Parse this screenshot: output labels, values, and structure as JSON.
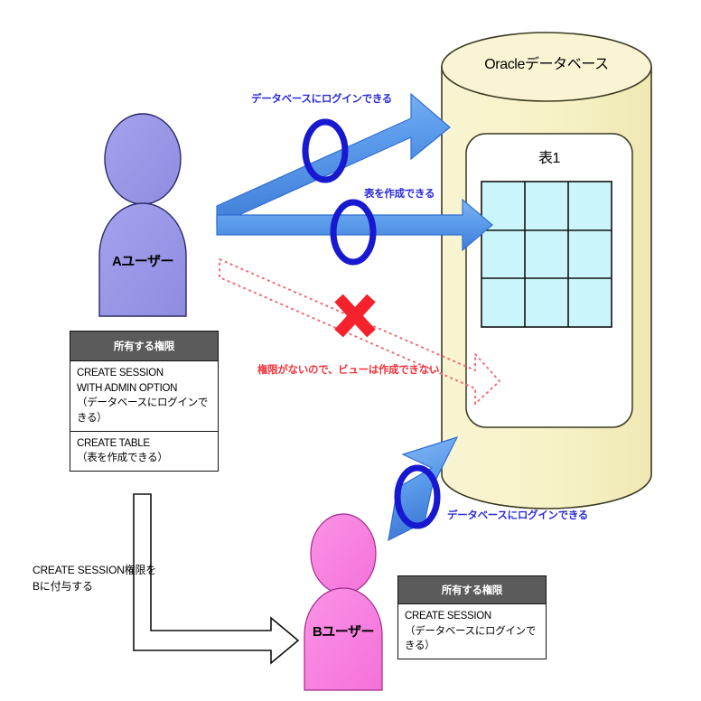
{
  "diagram": {
    "title_text": "Oracleデータベース",
    "colors": {
      "db_fill": "#f7f2c8",
      "db_stroke": "#2f2f1e",
      "table_cell_fill": "#c9f5fb",
      "user_a_fill": "#9a97e8",
      "user_b_fill": "#f77fe0",
      "arrow_blue_light": "#6fa9ef",
      "arrow_blue_dark": "#2f6fd0",
      "circle_mark": "#1818d0",
      "x_mark": "#f5212b",
      "dotted_red": "#ef6f7a",
      "priv_header_bg": "#5b5b5b",
      "label_blue": "#2b2bdd",
      "label_red": "#f0343c"
    },
    "database": {
      "label": "Oracleデータベース",
      "inner_table": {
        "label": "表1",
        "rows": 3,
        "cols": 3
      }
    },
    "users": [
      {
        "id": "a",
        "name": "Aユーザー"
      },
      {
        "id": "b",
        "name": "Bユーザー"
      }
    ],
    "annotations": {
      "a_login": "データベースにログインできる",
      "a_create_table": "表を作成できる",
      "no_privilege": "権限がないので、ビューは作成できない",
      "b_login": "データベースにログインできる",
      "grant": "CREATE SESSION権限を\nBに付与する"
    },
    "privileges_a": {
      "header": "所有する権限",
      "rows": [
        "CREATE SESSION\nWITH ADMIN OPTION\n （データベースにログインできる）",
        "CREATE TABLE\n （表を作成できる）"
      ]
    },
    "privileges_b": {
      "header": "所有する権限",
      "rows": [
        "CREATE SESSION\n （データベースにログインできる）"
      ]
    }
  }
}
